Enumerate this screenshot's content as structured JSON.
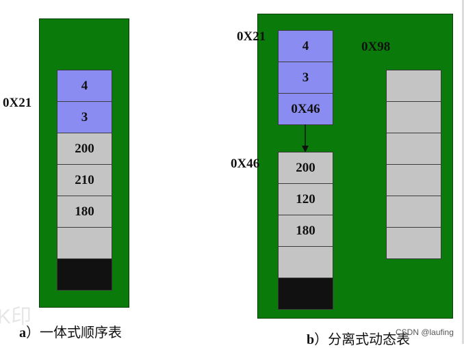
{
  "panel_a": {
    "address_label": "0X21",
    "cells": [
      "4",
      "3",
      "200",
      "210",
      "180",
      "",
      ""
    ],
    "caption_prefix": "a",
    "caption_text": "）一体式顺序表"
  },
  "panel_b": {
    "head_address_label": "0X21",
    "head_cells": [
      "4",
      "3",
      "0X46"
    ],
    "data_address_label": "0X46",
    "data_cells": [
      "200",
      "120",
      "180",
      "",
      ""
    ],
    "free_address_label": "0X98",
    "free_cell_count": 6,
    "caption_prefix": "b",
    "caption_text": "）分离式动态表"
  },
  "watermark": {
    "csdn": "CSDN @laufing",
    "faint": "K印"
  },
  "colors": {
    "panel_green": "#0a7a0a",
    "header_blue": "#8a8cf2",
    "element_gray": "#c4c4c4",
    "unused_black": "#111111"
  }
}
